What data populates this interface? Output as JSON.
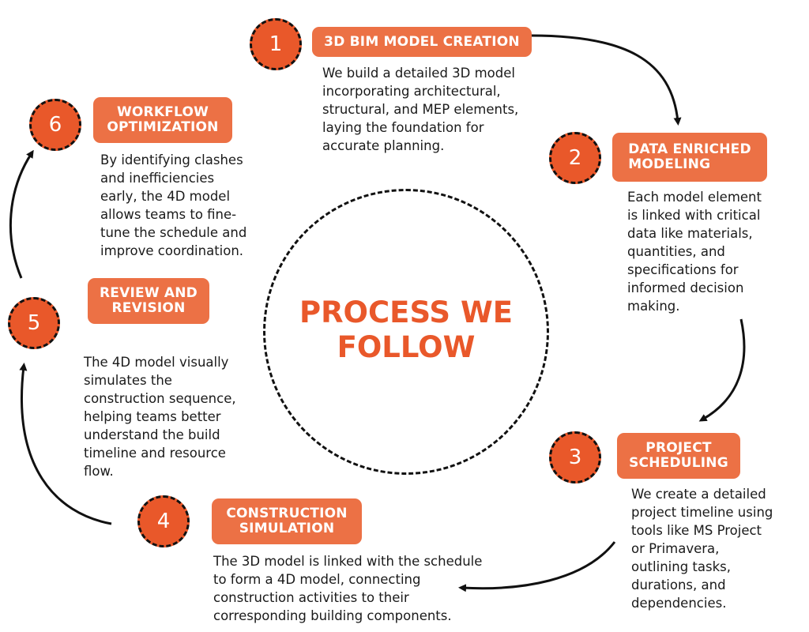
{
  "center": {
    "title": "PROCESS WE\nFOLLOW"
  },
  "colors": {
    "accent": "#e9582a",
    "pill": "#ec7145",
    "ink": "#111111"
  },
  "steps": [
    {
      "number": "1",
      "title": "3D BIM MODEL CREATION",
      "description": "We build a detailed 3D model\nincorporating architectural,\nstructural, and MEP elements,\nlaying the foundation for\naccurate planning."
    },
    {
      "number": "2",
      "title": "DATA ENRICHED\nMODELING",
      "description": "Each model element\nis linked with critical\ndata like materials,\nquantities, and\nspecifications for\ninformed decision\nmaking."
    },
    {
      "number": "3",
      "title": "PROJECT\nSCHEDULING",
      "description": "We create a detailed\nproject timeline using\ntools like MS Project\nor Primavera,\noutlining tasks,\ndurations, and\ndependencies."
    },
    {
      "number": "4",
      "title": "CONSTRUCTION\nSIMULATION",
      "description": "The 3D model is linked with the schedule\nto form a 4D model, connecting\nconstruction activities to their\ncorresponding building components."
    },
    {
      "number": "5",
      "title": "REVIEW AND\nREVISION",
      "description": "The 4D model visually\nsimulates the\nconstruction sequence,\nhelping teams better\nunderstand the build\ntimeline and resource\nflow."
    },
    {
      "number": "6",
      "title": "WORKFLOW\nOPTIMIZATION",
      "description": "By identifying clashes\nand inefficiencies\nearly, the 4D model\nallows teams to fine-\ntune the schedule and\nimprove coordination."
    }
  ]
}
